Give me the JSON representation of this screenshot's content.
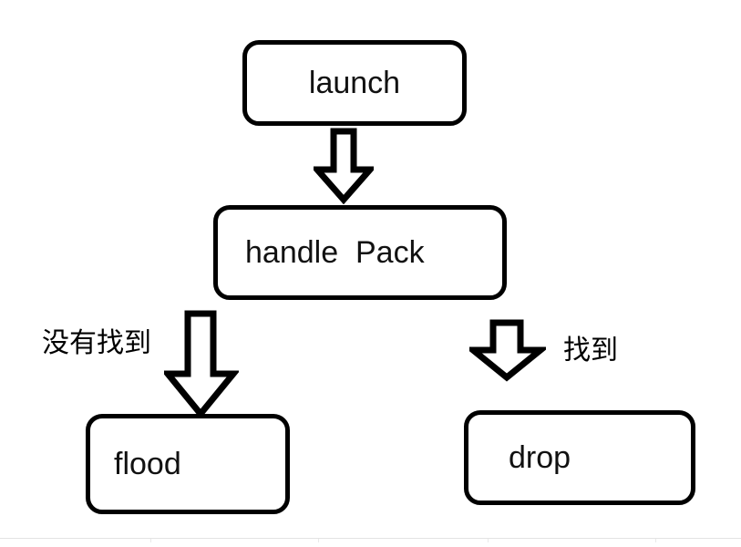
{
  "diagram": {
    "type": "flowchart",
    "background_color": "#ffffff",
    "stroke_color": "#000000",
    "text_color": "#111111",
    "nodes": [
      {
        "id": "launch",
        "label": "launch",
        "shape": "rounded-rectangle"
      },
      {
        "id": "handle_pack",
        "label": "handle  Pack",
        "shape": "rounded-rectangle"
      },
      {
        "id": "flood",
        "label": "flood",
        "shape": "rounded-rectangle"
      },
      {
        "id": "drop",
        "label": "drop",
        "shape": "rounded-rectangle"
      }
    ],
    "edges": [
      {
        "id": "launch_to_handle",
        "from": "launch",
        "to": "handle_pack",
        "label": "",
        "arrow_style": "block-down"
      },
      {
        "id": "handle_to_flood",
        "from": "handle_pack",
        "to": "flood",
        "label": "没有找到",
        "arrow_style": "block-down"
      },
      {
        "id": "handle_to_drop",
        "from": "handle_pack",
        "to": "drop",
        "label": "找到",
        "arrow_style": "block-down"
      }
    ],
    "edge_labels": {
      "not_found": "没有找到",
      "found": "找到"
    }
  },
  "ruler": {
    "tick_positions": [
      165,
      349,
      535,
      719
    ]
  }
}
